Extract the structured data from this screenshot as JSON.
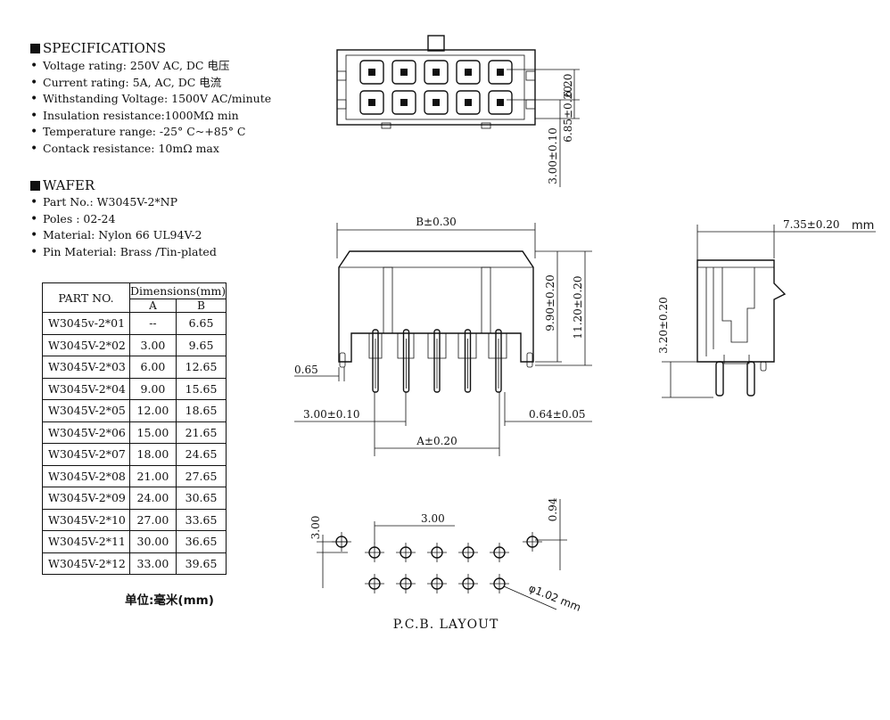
{
  "specifications": {
    "title": "SPECIFICATIONS",
    "items": [
      "Voltage rating: 250V AC, DC 电压",
      "Current rating: 5A, AC, DC 电流",
      "Withstanding Voltage: 1500V AC/minute",
      "Insulation resistance:1000MΩ min",
      "Temperature range: -25° C~+85° C",
      "Contack resistance: 10mΩ max"
    ]
  },
  "wafer": {
    "title": "WAFER",
    "items": [
      "Part No.: W3045V-2*NP",
      "Poles : 02-24",
      "Material: Nylon 66 UL94V-2",
      "Pin Material: Brass /Tin-plated"
    ]
  },
  "table": {
    "part_header": "PART NO.",
    "dim_header": "Dimensions(mm)",
    "col_a": "A",
    "col_b": "B",
    "rows": [
      {
        "part": "W3045v-2*01",
        "a": "--",
        "b": "6.65"
      },
      {
        "part": "W3045V-2*02",
        "a": "3.00",
        "b": "9.65"
      },
      {
        "part": "W3045V-2*03",
        "a": "6.00",
        "b": "12.65"
      },
      {
        "part": "W3045V-2*04",
        "a": "9.00",
        "b": "15.65"
      },
      {
        "part": "W3045V-2*05",
        "a": "12.00",
        "b": "18.65"
      },
      {
        "part": "W3045V-2*06",
        "a": "15.00",
        "b": "21.65"
      },
      {
        "part": "W3045V-2*07",
        "a": "18.00",
        "b": "24.65"
      },
      {
        "part": "W3045V-2*08",
        "a": "21.00",
        "b": "27.65"
      },
      {
        "part": "W3045V-2*09",
        "a": "24.00",
        "b": "30.65"
      },
      {
        "part": "W3045V-2*10",
        "a": "27.00",
        "b": "33.65"
      },
      {
        "part": "W3045V-2*11",
        "a": "30.00",
        "b": "36.65"
      },
      {
        "part": "W3045V-2*12",
        "a": "33.00",
        "b": "39.65"
      }
    ]
  },
  "unit_note": "单位:毫米(mm)",
  "dims": {
    "top_620": "6.20",
    "top_685": "6.85±0.20",
    "top_300": "3.00±0.10",
    "front_b": "B±0.30",
    "front_990": "9.90±0.20",
    "front_1120": "11.20±0.20",
    "front_065": "0.65",
    "front_pitch": "3.00±0.10",
    "front_pin": "0.64±0.05",
    "front_a": "A±0.20",
    "side_735": "7.35±0.20",
    "side_mm": "mm",
    "side_320": "3.20±0.20",
    "pcb_300v": "3.00",
    "pcb_300h": "3.00",
    "pcb_094": "0.94",
    "pcb_hole": "φ1.02 mm",
    "pcb_title": "P.C.B. LAYOUT"
  }
}
